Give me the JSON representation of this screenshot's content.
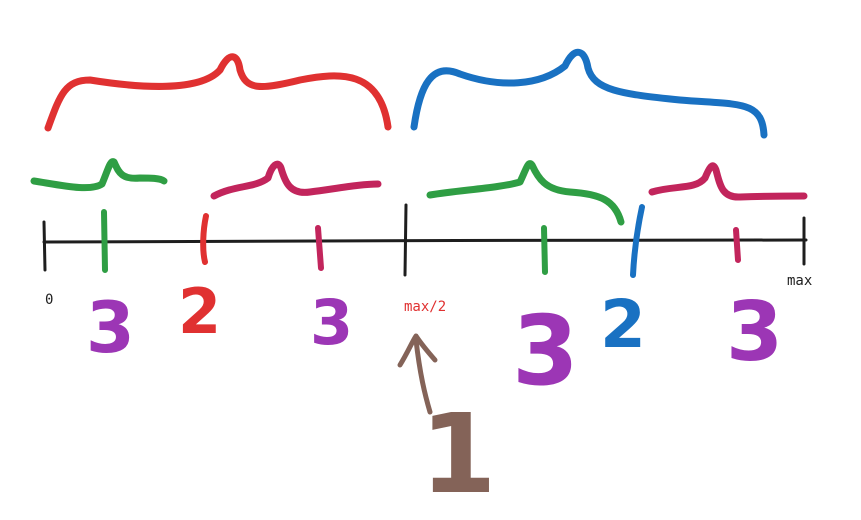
{
  "axis": {
    "min_label": "0",
    "mid_label": "max/2",
    "max_label": "max"
  },
  "numbers": {
    "n1": "3",
    "n2": "2",
    "n3": "3",
    "n4": "3",
    "n5": "2",
    "n6": "3",
    "big": "1"
  },
  "colors": {
    "axis": "#1e1e1e",
    "red": "#e03131",
    "blue": "#1971c2",
    "green": "#2f9e44",
    "crimson": "#c2255c",
    "purple": "#9c36b5",
    "brown": "#846358"
  }
}
